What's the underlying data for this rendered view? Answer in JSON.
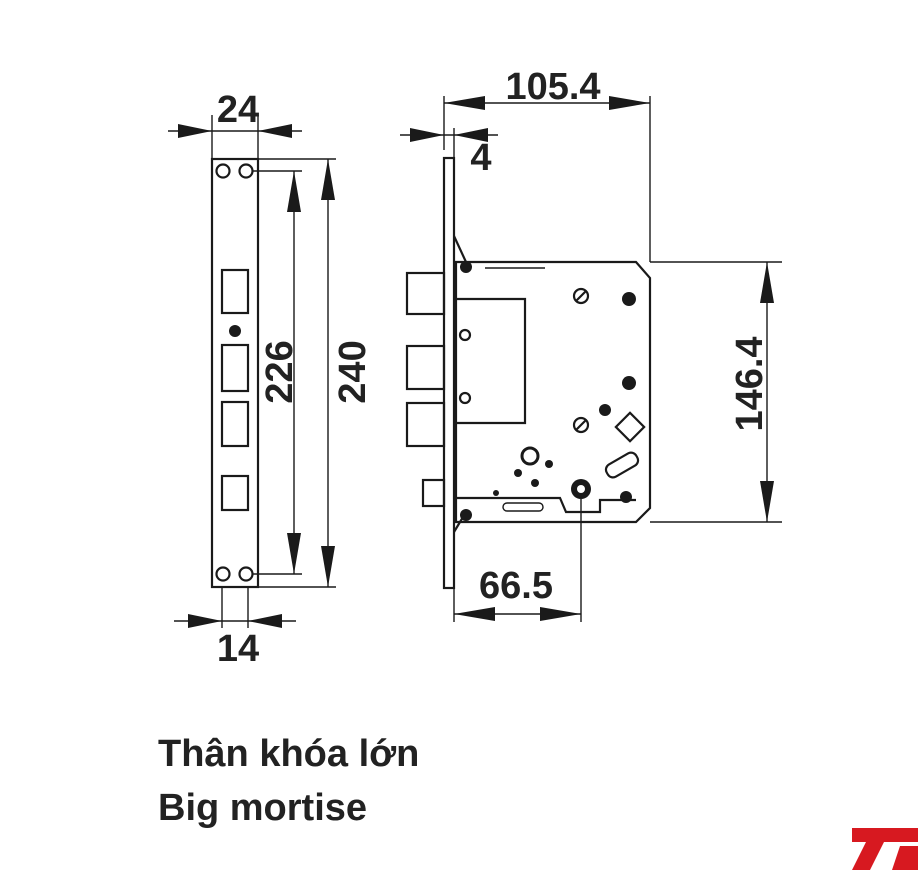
{
  "dimensions": {
    "faceplate_width": "24",
    "inner_width": "14",
    "screw_spacing": "226",
    "faceplate_length": "240",
    "body_depth": "105.4",
    "faceplate_thickness": "4",
    "body_height": "146.4",
    "backset": "66.5"
  },
  "caption": {
    "vietnamese": "Thân khóa lớn",
    "english": "Big mortise"
  },
  "brand": {
    "accent_color": "#d71920"
  }
}
